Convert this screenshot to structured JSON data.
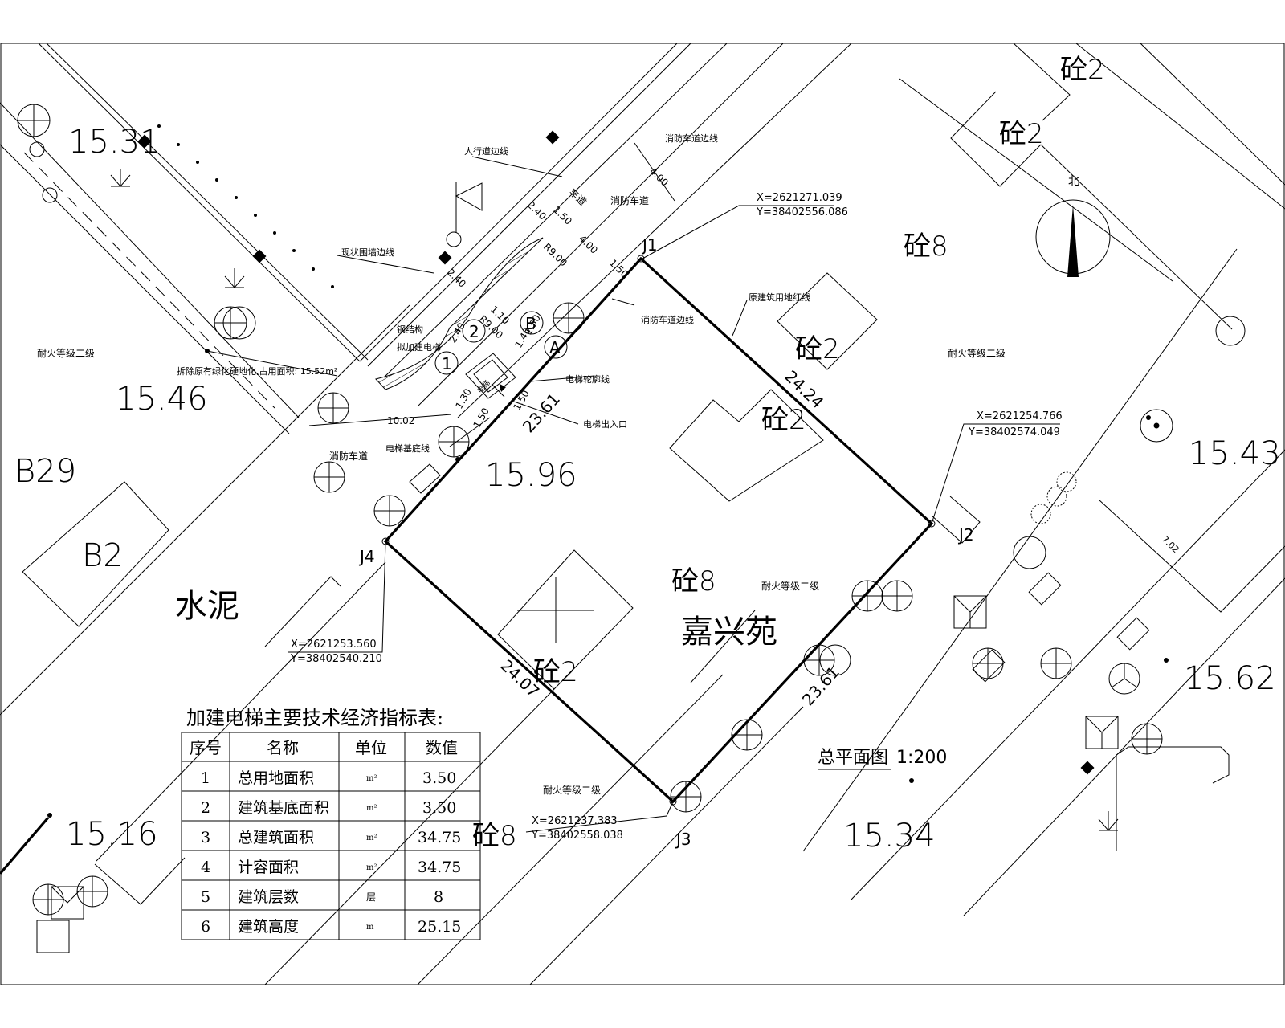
{
  "site_labels": {
    "b29": "B29",
    "b2": "B2",
    "cement": "水泥",
    "jiaxingyuan": "嘉兴苑",
    "c8_top": "砼8",
    "c8_center": "砼8",
    "c8_bottom": "砼8",
    "c2_top1": "砼2",
    "c2_top2": "砼2",
    "c2_mid1": "砼2",
    "c2_mid2": "砼2",
    "c2_bottom": "砼2",
    "north": "北"
  },
  "elevations": {
    "e1531": "15.31",
    "e1546": "15.46",
    "e1596": "15.96",
    "e1543": "15.43",
    "e1562": "15.62",
    "e1516": "15.16",
    "e1534": "15.34"
  },
  "fire_rating": {
    "left": "耐火等级二级",
    "right": "耐火等级二级",
    "center": "耐火等级二级",
    "bottom": "耐火等级二级"
  },
  "annotations": {
    "sidewalk_line": "人行道边线",
    "fire_lane_line_top": "消防车道边线",
    "fire_lane_top": "消防车道",
    "fire_lane_left": "消防车道",
    "fire_lane_line_mid": "消防车道边线",
    "existing_wall": "现状围墙边线",
    "red_line": "原建筑用地红线",
    "steel_structure": "钢结构",
    "add_elevator": "拟加建电梯",
    "demolish_note": "拆除原有绿化硬地化,占用面积: 15.52m²",
    "elevator_outline": "电梯轮廓线",
    "elevator_exit": "电梯出入口",
    "elevator_base": "电梯基底线",
    "elevator_box": "电梯",
    "plan_title": "总平面图",
    "plan_scale": "1:200"
  },
  "dimensions": {
    "d240a": "2.40",
    "d150a": "1.50",
    "d400a": "4.00",
    "d400b": "4.00",
    "d150b": "1.50",
    "r900a": "R9.00",
    "r900b": "R9.00",
    "d240b": "2.40",
    "d110": "1.10",
    "d240c": "2.40",
    "d150c": "1.50",
    "d140": "1.40",
    "d150d": "1.50",
    "d150e": "1.50",
    "d130": "1.30",
    "d1002": "10.02",
    "d2424": "24.24",
    "d2361a": "23.61",
    "d2407": "24.07",
    "d2361b": "23.61",
    "d702": "7.02",
    "road": "车道"
  },
  "markers": {
    "a": "A",
    "b": "B",
    "one": "1",
    "two": "2"
  },
  "points": {
    "j1": {
      "label": "J1",
      "x": "X=2621271.039",
      "y": "Y=38402556.086"
    },
    "j2": {
      "label": "J2",
      "x": "X=2621254.766",
      "y": "Y=38402574.049"
    },
    "j3": {
      "label": "J3",
      "x": "X=2621237.383",
      "y": "Y=38402558.038"
    },
    "j4": {
      "label": "J4",
      "x": "X=2621253.560",
      "y": "Y=38402540.210"
    }
  },
  "table": {
    "title": "加建电梯主要技术经济指标表:",
    "headers": [
      "序号",
      "名称",
      "单位",
      "数值"
    ],
    "rows": [
      [
        "1",
        "总用地面积",
        "m²",
        "3.50"
      ],
      [
        "2",
        "建筑基底面积",
        "m²",
        "3.50"
      ],
      [
        "3",
        "总建筑面积",
        "m²",
        "34.75"
      ],
      [
        "4",
        "计容面积",
        "m²",
        "34.75"
      ],
      [
        "5",
        "建筑层数",
        "层",
        "8"
      ],
      [
        "6",
        "建筑高度",
        "m",
        "25.15"
      ]
    ]
  }
}
